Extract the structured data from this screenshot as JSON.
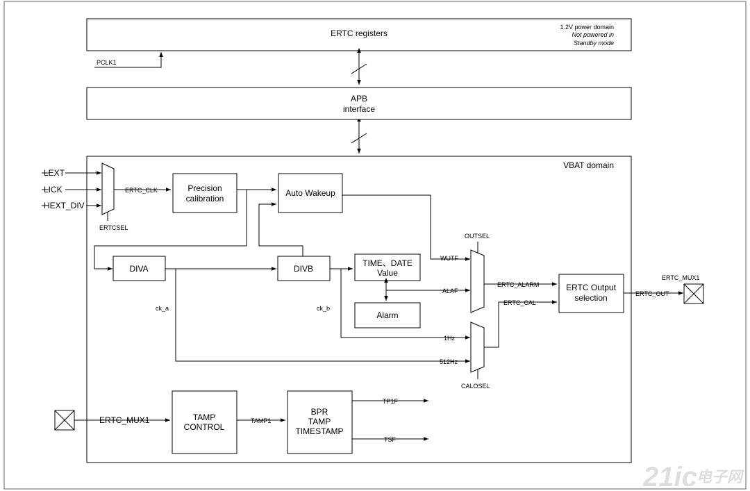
{
  "blocks": {
    "ertc_registers": "ERTC registers",
    "power_domain_note": [
      "1.2V power domain",
      "Not powered in",
      "Standby mode"
    ],
    "apb_interface": [
      "APB",
      "interface"
    ],
    "vbat_domain": "VBAT domain",
    "precision_calibration": [
      "Precision",
      "calibration"
    ],
    "auto_wakeup": "Auto Wakeup",
    "diva": "DIVA",
    "divb": "DIVB",
    "time_date_value": [
      "TIME、DATE",
      "Value"
    ],
    "alarm": "Alarm",
    "ertc_output_selection": [
      "ERTC Output",
      "selection"
    ],
    "tamp_control": [
      "TAMP",
      "CONTROL"
    ],
    "bpr_tamp_timestamp": [
      "BPR",
      "TAMP",
      "TIMESTAMP"
    ]
  },
  "signals": {
    "pclk1": "PCLK1",
    "lext": "LEXT",
    "lick": "LICK",
    "hext_div": "HEXT_DIV",
    "ertcsel": "ERTCSEL",
    "ertc_clk": "ERTC_CLK",
    "ck_a": "ck_a",
    "ck_b": "ck_b",
    "wutf": "WUTF",
    "alaf": "ALAF",
    "outsel": "OUTSEL",
    "ertc_alarm": "ERTC_ALARM",
    "ertc_cal": "ERTC_CAL",
    "one_hz": "1Hz",
    "hz512": "512Hz",
    "calosel": "CALOSEL",
    "ertc_out": "ERTC_OUT",
    "ertc_mux1_out": "ERTC_MUX1",
    "ertc_mux1_in": "ERTC_MUX1",
    "tamp1": "TAMP1",
    "tp1f": "TP1F",
    "tsf": "TSF"
  },
  "watermark": {
    "brand": "21ic",
    "cn": "电子网"
  }
}
